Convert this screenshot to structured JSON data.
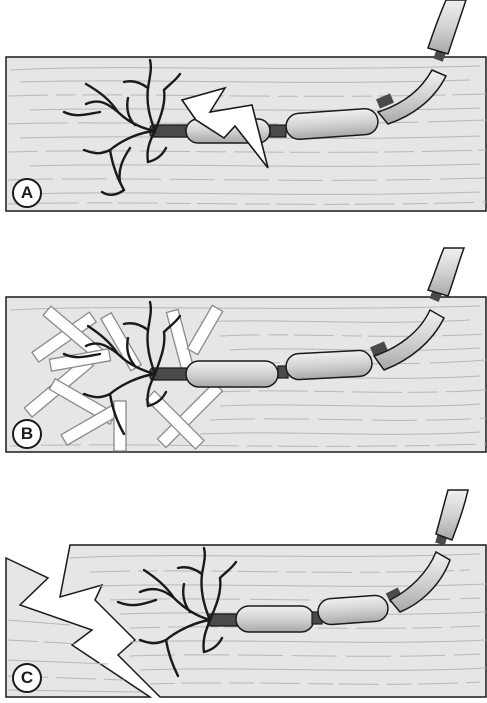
{
  "panels": [
    {
      "id": "A",
      "label": "A",
      "condition": "electrical-shock"
    },
    {
      "id": "B",
      "label": "B",
      "condition": "scar-tissue"
    },
    {
      "id": "C",
      "label": "C",
      "condition": "tissue-tear"
    }
  ],
  "colors": {
    "tissue_fill": "#e6e6e6",
    "tissue_line": "#b4b4b4",
    "outline": "#1a1a1a",
    "myelin_fill": "#d6d6d6",
    "axon": "#4a4a4a",
    "bolt_fill": "#ffffff"
  },
  "icons": [
    "lightning-bolt-icon",
    "scar-fiber-mesh-icon",
    "tear-icon",
    "nerve-ending-icon"
  ]
}
